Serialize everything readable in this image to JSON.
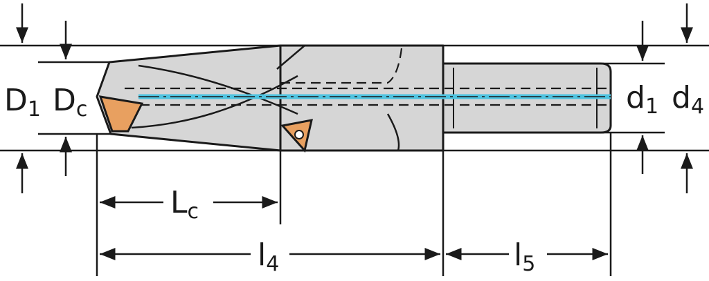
{
  "labels": {
    "D1": {
      "main": "D",
      "sub": "1"
    },
    "Dc": {
      "main": "D",
      "sub": "c"
    },
    "d1": {
      "main": "d",
      "sub": "1"
    },
    "d4": {
      "main": "d",
      "sub": "4"
    },
    "Lc": {
      "main": "L",
      "sub": "c"
    },
    "l4": {
      "main": "l",
      "sub": "4"
    },
    "l5": {
      "main": "l",
      "sub": "5"
    }
  },
  "colors": {
    "body": "#d6d6d6",
    "outline": "#1a1a1a",
    "insert": "#e8a060",
    "coolant": "#4ec3e0"
  }
}
